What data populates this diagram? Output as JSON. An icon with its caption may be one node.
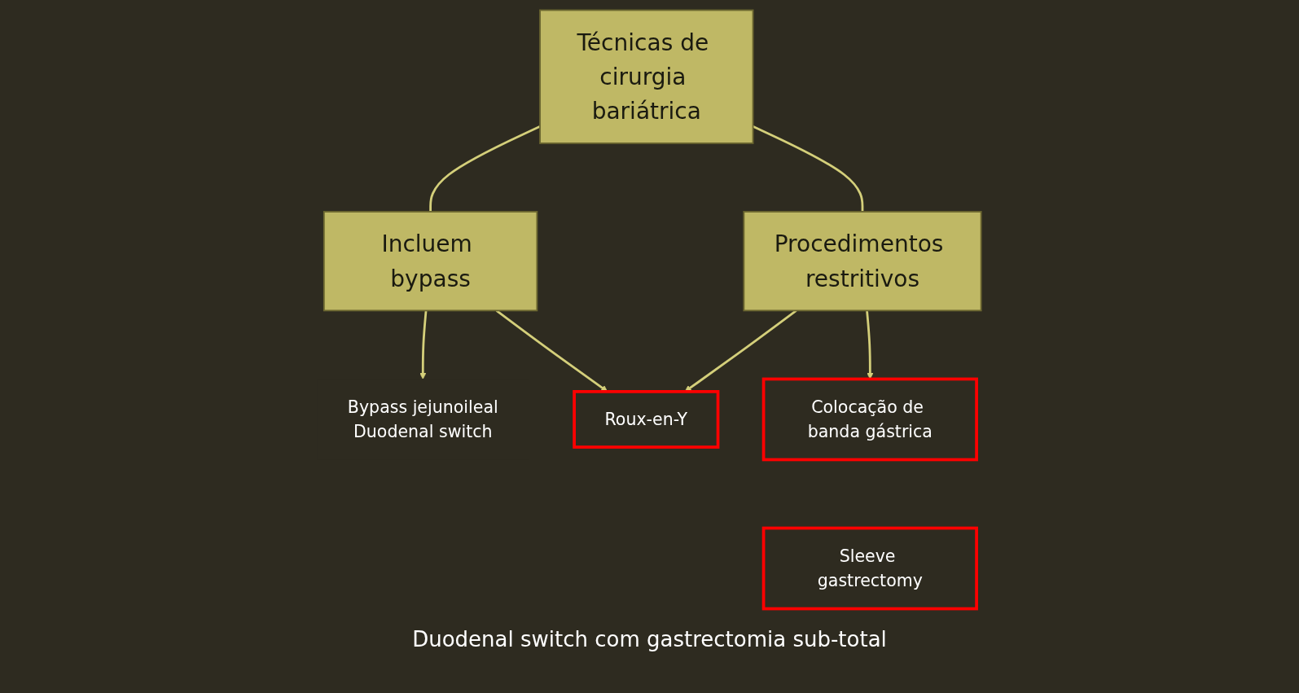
{
  "diagram": {
    "nodes": [
      {
        "text": [
          "Técnicas de cirurgia bariátrica"
        ]
      },
      {
        "text": [
          "Incluem bypass"
        ]
      },
      {
        "text": [
          "Procedimentos restritivos"
        ]
      },
      {
        "text": [
          "Bypass jejunoileal",
          "Duodenal switch"
        ]
      },
      {
        "text": [
          "Roux-en-Y"
        ]
      },
      {
        "text": [
          "Colocação de banda gástrica"
        ]
      },
      {
        "text": [
          "Sleeve gastrectomy"
        ]
      }
    ],
    "edges": [
      {
        "from": 0,
        "to": 1,
        "arrow": "none"
      },
      {
        "from": 0,
        "to": 2,
        "arrow": "none"
      },
      {
        "from": 1,
        "to": 3,
        "arrow": "to"
      },
      {
        "from": 1,
        "to": 4,
        "arrow": "to"
      },
      {
        "from": 2,
        "to": 4,
        "arrow": "to"
      },
      {
        "from": 2,
        "to": 5,
        "arrow": "to"
      }
    ],
    "labels": [
      "Duodenal switch com gastrectomia sub-total"
    ]
  }
}
